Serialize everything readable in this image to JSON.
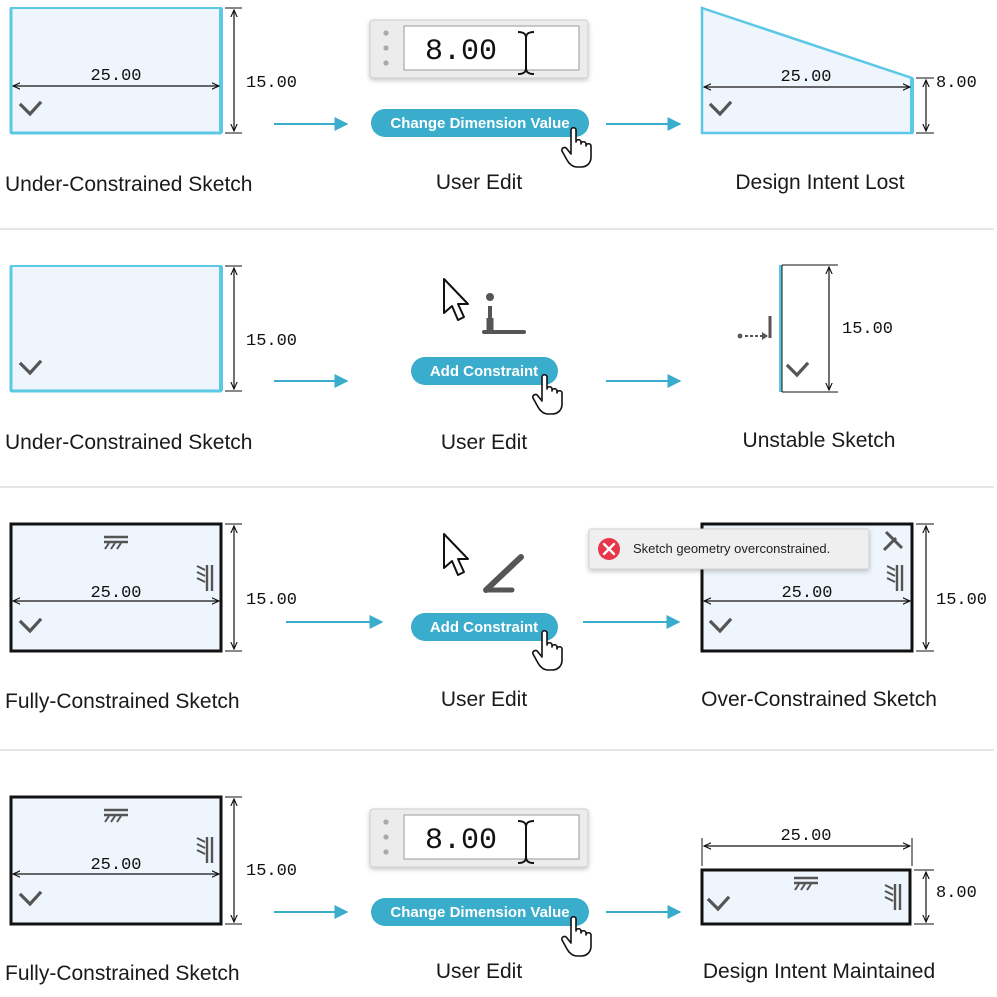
{
  "colors": {
    "accent": "#3aaccc",
    "sketch_fill": "#eef5fc",
    "under_edge": "#5bc8e6",
    "full_edge": "#111111",
    "error": "#e8364a",
    "divider": "#d8d8d8"
  },
  "rows": [
    {
      "left": {
        "caption": "Under-Constrained Sketch",
        "width_label": "25.00",
        "height_label": "15.00"
      },
      "edit": {
        "caption": "User Edit",
        "button_label": "Change Dimension Value",
        "field_value": "8.00"
      },
      "right": {
        "caption": "Design Intent Lost",
        "width_label": "25.00",
        "height_label": "8.00"
      }
    },
    {
      "left": {
        "caption": "Under-Constrained Sketch",
        "height_label": "15.00"
      },
      "edit": {
        "caption": "User Edit",
        "button_label": "Add Constraint"
      },
      "right": {
        "caption": "Unstable Sketch",
        "height_label": "15.00"
      }
    },
    {
      "left": {
        "caption": "Fully-Constrained Sketch",
        "width_label": "25.00",
        "height_label": "15.00"
      },
      "edit": {
        "caption": "User Edit",
        "button_label": "Add Constraint"
      },
      "right": {
        "caption": "Over-Constrained Sketch",
        "width_label": "25.00",
        "height_label": "15.00",
        "error_message": "Sketch geometry overconstrained."
      }
    },
    {
      "left": {
        "caption": "Fully-Constrained Sketch",
        "width_label": "25.00",
        "height_label": "15.00"
      },
      "edit": {
        "caption": "User Edit",
        "button_label": "Change Dimension Value",
        "field_value": "8.00"
      },
      "right": {
        "caption": "Design Intent Maintained",
        "width_label": "25.00",
        "height_label": "8.00"
      }
    }
  ],
  "icons": [
    "fixed-constraint-icon",
    "horizontal-constraint-icon",
    "vertical-constraint-icon",
    "arrow-cursor-icon",
    "hand-cursor-icon",
    "text-cursor-icon",
    "grip-icon",
    "perpendicular-tool-icon",
    "fix-tool-icon",
    "error-icon",
    "flow-arrow-icon"
  ]
}
